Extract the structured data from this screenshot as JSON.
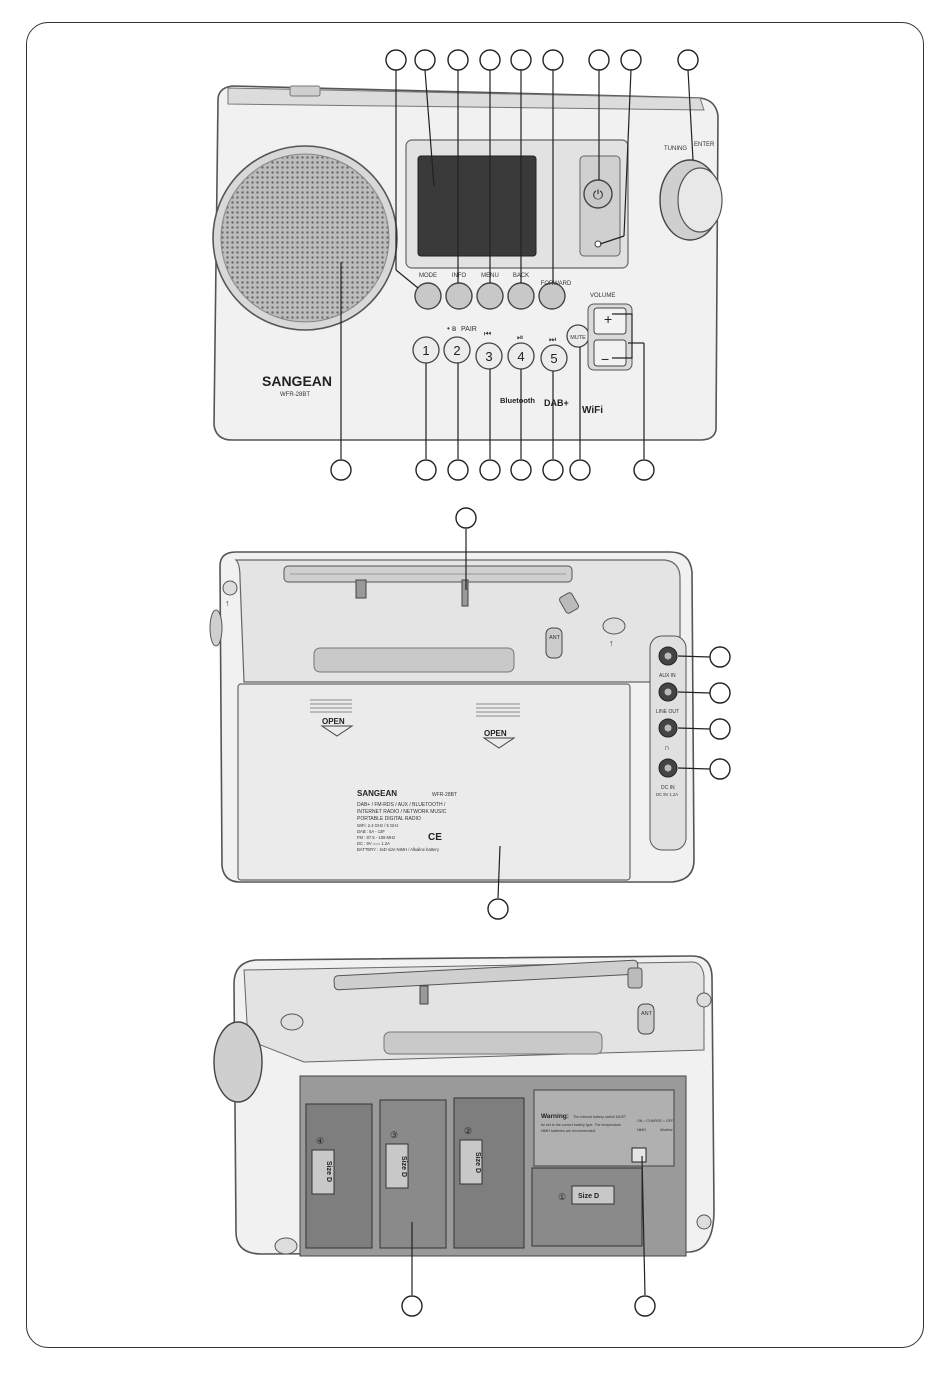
{
  "front": {
    "brand": "SANGEAN",
    "model": "WFR-28BT",
    "buttons_top": [
      "MODE",
      "INFO",
      "MENU",
      "BACK",
      "FORWARD"
    ],
    "presets": [
      "1",
      "2",
      "3",
      "4",
      "5"
    ],
    "pair_label": "PAIR",
    "mute_label": "MUTE",
    "volume_label": "VOLUME",
    "plus": "+",
    "minus": "−",
    "tuning_label": "TUNING",
    "enter_label": "ENTER",
    "bluetooth_label": "Bluetooth",
    "dab_label": "DAB+",
    "wifi_label": "WiFi"
  },
  "back": {
    "ant_label": "ANT",
    "open_label": "OPEN",
    "ports": [
      "AUX IN",
      "LINE OUT",
      "∩",
      "DC IN"
    ],
    "dc_rating": "DC 9V 1.2A",
    "label_brand": "SANGEAN",
    "label_model": "WFR-28BT",
    "label_lines": [
      "DAB+ / FM-RDS / AUX / BLUETOOTH /",
      "INTERNET RADIO / NETWORK MUSIC",
      "PORTABLE DIGITAL RADIO",
      "WiFi: 2.4 GHz / 5 GHz",
      "DAB : 5A - 13F",
      "FM : 87.5 - 108 MHz",
      "DC : 9V === 1.2A",
      "BATTERY : 4xD size NiMH / Alkaline battery"
    ],
    "ce": "CE"
  },
  "battery": {
    "ant_label": "ANT",
    "cells": [
      "Size D",
      "Size D",
      "Size D",
      "Size D"
    ],
    "cell_numbers": [
      "④",
      "③",
      "②",
      "①"
    ],
    "warning_title": "Warning:",
    "warning_text": [
      "The internal battery switch MUST",
      "be set to the correct battery type. The temperature",
      "NiMH batteries are recommended."
    ],
    "switch_labels": [
      "ON = CHARGE = OFF",
      "NiMH",
      "Alkaline"
    ]
  }
}
